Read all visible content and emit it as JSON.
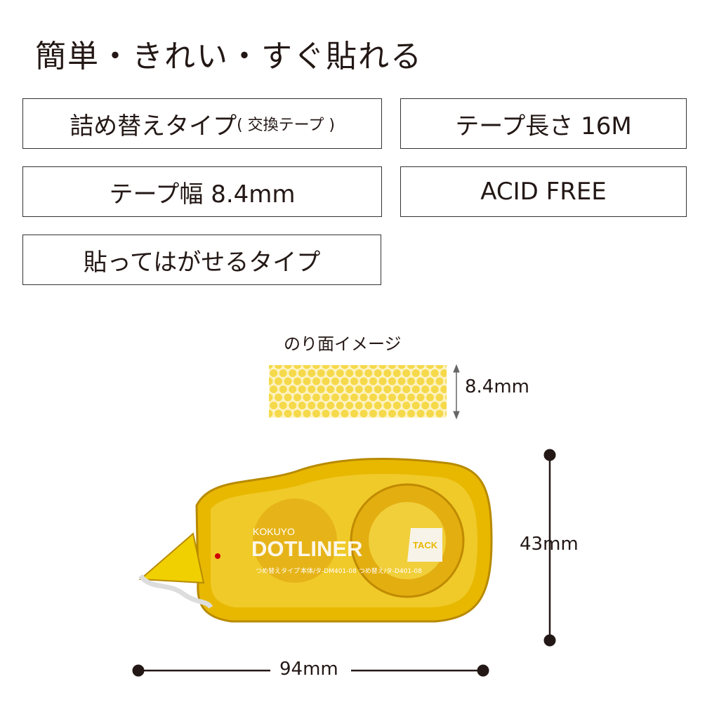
{
  "title": "簡単・きれい・すぐ貼れる",
  "features": [
    {
      "main": "詰め替えタイプ",
      "sub": "( 交換テープ )"
    },
    {
      "main": "テープ長さ 16M"
    },
    {
      "main": "テープ幅 8.4mm"
    },
    {
      "main": "ACID FREE"
    },
    {
      "main": "貼ってはがせるタイプ"
    }
  ],
  "tape_image": {
    "caption": "のり面イメージ",
    "width_label": "8.4mm"
  },
  "product": {
    "brand": "KOKUYO",
    "name": "DOTLINER",
    "variant": "TACK",
    "type_badge": "つめ替えタイプ",
    "model_text": "本体/タ-DM401-08  つめ替え/タ-D401-08"
  },
  "dimensions": {
    "height": "43mm",
    "width": "94mm"
  },
  "colors": {
    "body": "#e8b800",
    "tape_dot": "#f5d94a",
    "line": "#231815"
  }
}
